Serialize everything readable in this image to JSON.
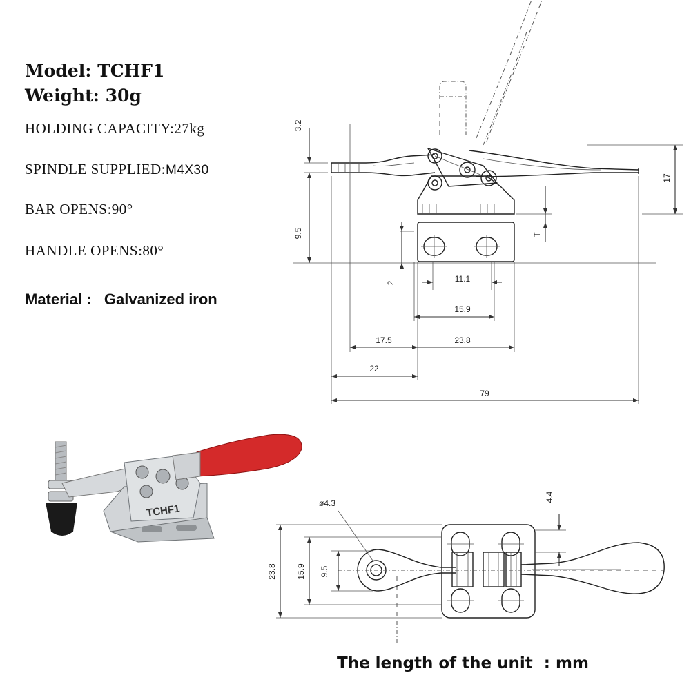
{
  "specs": {
    "model": "Model: TCHF1",
    "weight": "Weight: 30g",
    "holding_capacity": "HOLDING CAPACITY:27kg",
    "spindle_label": "SPINDLE SUPPLIED:",
    "spindle_value": "M4X30",
    "bar_opens": "BAR OPENS:90°",
    "handle_opens": "HANDLE OPENS:80°",
    "material": "Material :   Galvanized iron"
  },
  "product_label": "TCHF1",
  "colors": {
    "handle_red": "#d42a2a",
    "metal": "#c8ccd0",
    "rubber": "#1a1a1a"
  },
  "side_view_dims": {
    "d_3_2": "3.2",
    "d_17": "17",
    "d_9_5": "9.5",
    "d_T": "T",
    "d_2": "2",
    "d_11_1": "11.1",
    "d_15_9": "15.9",
    "d_17_5": "17.5",
    "d_23_8": "23.8",
    "d_22": "22",
    "d_79": "79"
  },
  "top_view_dims": {
    "d_hole": "ø4.3",
    "d_4_4": "4.4",
    "d_23_8": "23.8",
    "d_15_9": "15.9",
    "d_9_5": "9.5"
  },
  "footer": "The length of the unit  : mm"
}
